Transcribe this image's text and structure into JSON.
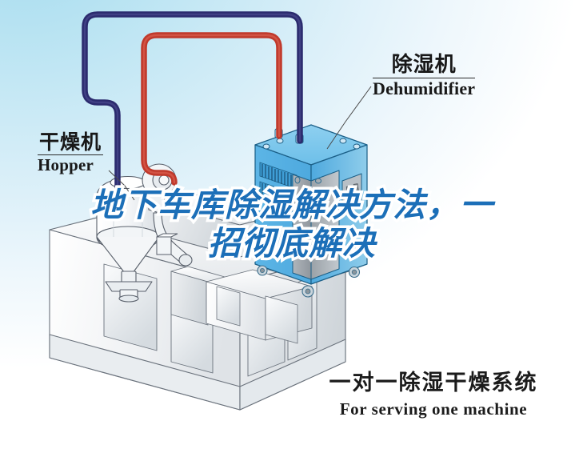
{
  "background": {
    "top_left_color": "#a6dcef",
    "bottom_right_color": "#ffffff"
  },
  "headline": {
    "line1": "地下车库除湿解决方法，一",
    "line2": "招彻底解决",
    "color": "#1c6fb8",
    "outline_color": "#ffffff"
  },
  "labels": {
    "hopper": {
      "cn": "干燥机",
      "en": "Hopper"
    },
    "dehumidifier": {
      "cn": "除湿机",
      "en": "Dehumidifier"
    }
  },
  "caption": {
    "cn": "一对一除湿干燥系统",
    "en": "For serving one machine"
  },
  "diagram": {
    "pipes": [
      {
        "name": "return-air-pipe",
        "color": "#2b2b6e",
        "label": "navy"
      },
      {
        "name": "hot-air-supply-pipe",
        "color": "#c0392b",
        "label": "red"
      }
    ],
    "dehumidifier_unit": {
      "body_color": "#5cb3e4",
      "top_color": "#7ec8ed",
      "panel_color": "#9aa0a6",
      "outline_color": "#1c5f86",
      "vent_count": 2,
      "caster_count": 4
    },
    "hopper_unit": {
      "body_color": "#f2f4f6",
      "outline_color": "#59606b"
    },
    "molding_machine": {
      "body_color": "#f3f5f7",
      "outline_color": "#6a727c"
    }
  }
}
